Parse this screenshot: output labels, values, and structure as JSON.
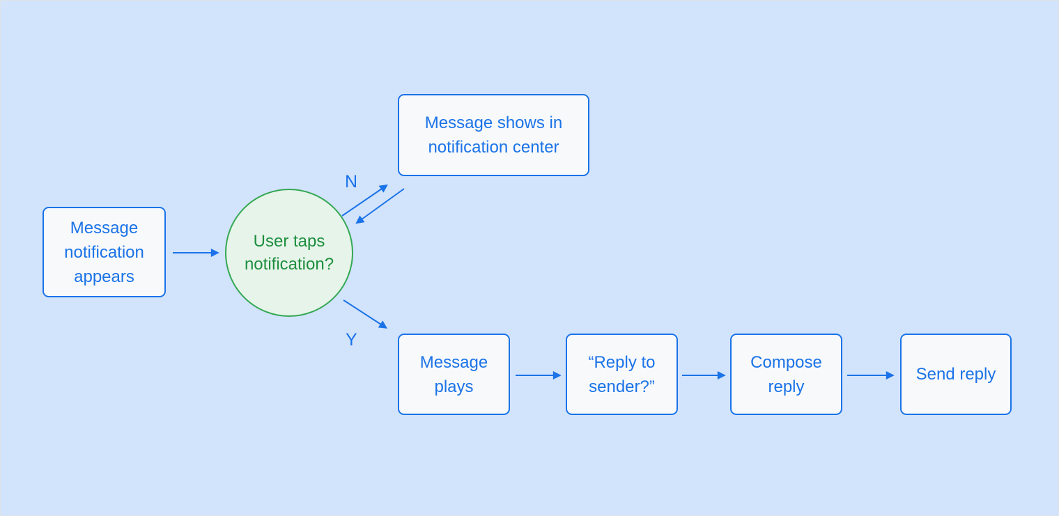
{
  "nodes": {
    "start": {
      "label": "Message notification appears"
    },
    "decision": {
      "label": "User taps notification?"
    },
    "notification_center": {
      "label": "Message shows in notification center"
    },
    "message_plays": {
      "label": "Message plays"
    },
    "reply_prompt": {
      "label": "“Reply to sender?”"
    },
    "compose_reply": {
      "label": "Compose reply"
    },
    "send_reply": {
      "label": "Send reply"
    }
  },
  "edges": {
    "no_label": "N",
    "yes_label": "Y"
  },
  "colors": {
    "background": "#d2e3fc",
    "frame_border": "#dfe3e8",
    "process_fill": "#f8f9fa",
    "process_border": "#1a73e8",
    "process_text": "#1a73e8",
    "decision_fill": "#e6f4ea",
    "decision_border": "#34a853",
    "decision_text": "#1e8e3e",
    "arrow": "#1a73e8"
  }
}
